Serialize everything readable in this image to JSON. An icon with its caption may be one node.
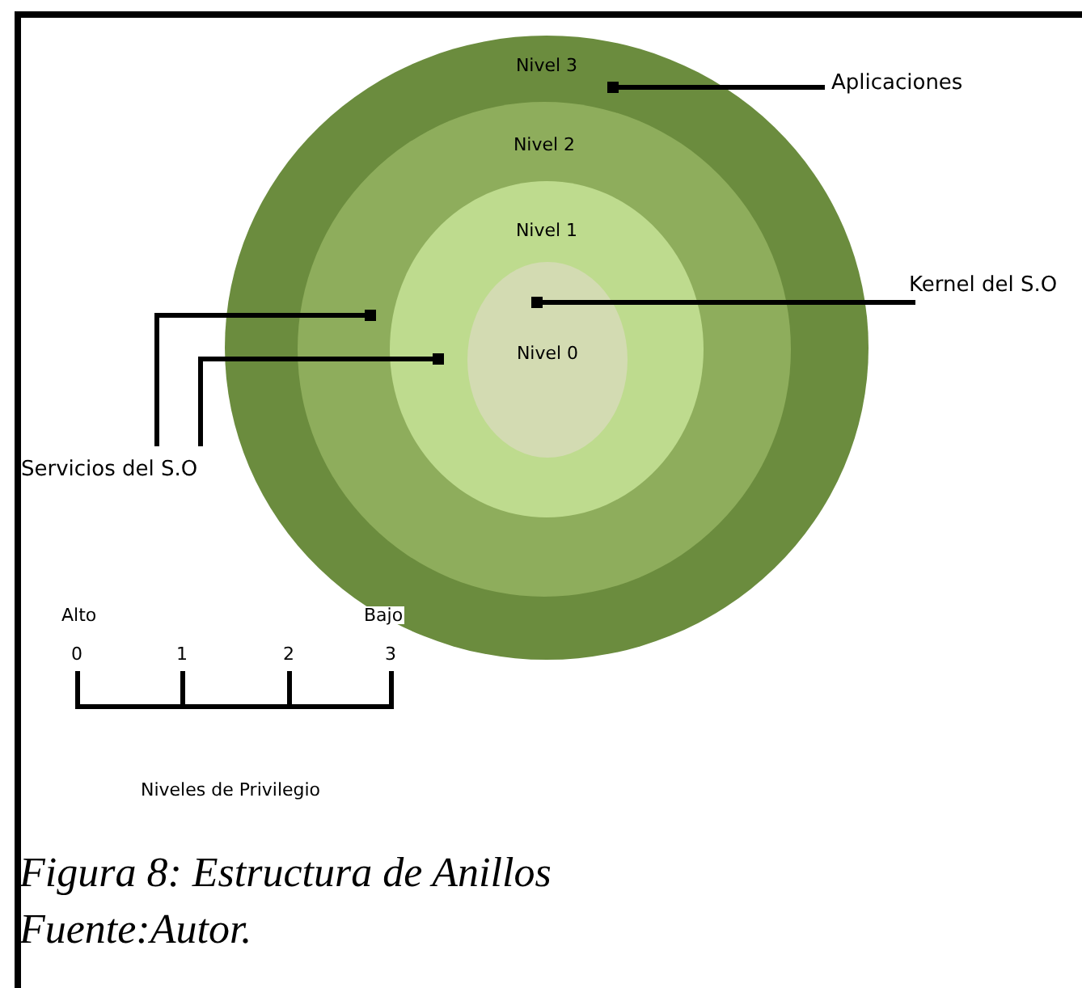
{
  "diagram": {
    "caption": "Figura 8: Estructura de Anillos",
    "nodes": [
      {
        "text": [
          "Nivel 3"
        ]
      },
      {
        "text": [
          "Nivel 2"
        ],
        "in": 0
      },
      {
        "text": [
          "Nivel 1"
        ],
        "in": 1
      },
      {
        "text": [
          "Nivel 0"
        ],
        "in": 2
      },
      {
        "text": [
          "Aplicaciones"
        ]
      },
      {
        "text": [
          "Kernel del S.O"
        ]
      },
      {
        "text": [
          "Servicios del S.O"
        ]
      }
    ],
    "edges": [
      {
        "from": 4,
        "to": 0,
        "arrow": "other"
      },
      {
        "from": 5,
        "to": 3,
        "arrow": "other"
      },
      {
        "from": 6,
        "to": 1,
        "arrow": "other"
      },
      {
        "from": 6,
        "to": 2,
        "arrow": "other"
      }
    ],
    "labels": [
      "Alto",
      "Bajo",
      "0",
      "1",
      "2",
      "3",
      "Niveles de Privilegio",
      "Fuente:Autor."
    ]
  }
}
